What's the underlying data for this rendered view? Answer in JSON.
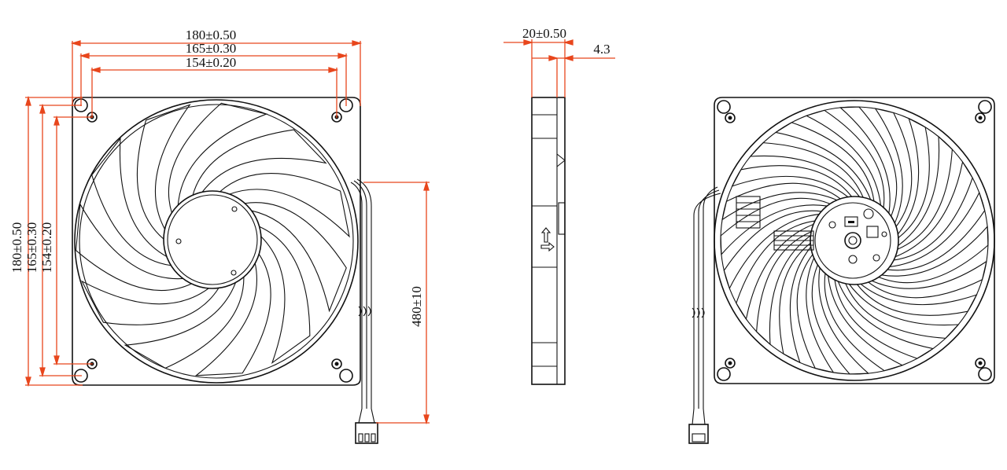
{
  "colors": {
    "dimension": "#e8461c",
    "ink": "#111111",
    "background": "#ffffff"
  },
  "dimensions": {
    "width_outer": "180±0.50",
    "width_mid": "165±0.30",
    "width_inner": "154±0.20",
    "height_outer": "180±0.50",
    "height_mid": "165±0.30",
    "height_inner": "154±0.20",
    "cable_length": "480±10",
    "thickness": "20±0.50",
    "frame_lip": "4.3"
  },
  "views": {
    "front": {
      "blade_count": 11
    },
    "back": {
      "blade_count": 24
    }
  }
}
